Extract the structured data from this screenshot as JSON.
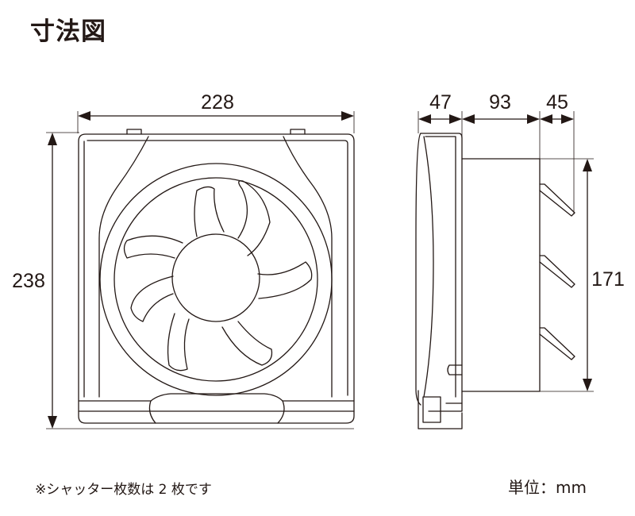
{
  "title": "寸法図",
  "dimensions": {
    "width": "228",
    "height": "238",
    "depth_front": "47",
    "depth_middle": "93",
    "depth_shutter": "45",
    "shutter_height": "171"
  },
  "note": "※シャッター枚数は 2 枚です",
  "unit": "単位：mm",
  "colors": {
    "line": "#231815",
    "background": "#ffffff"
  }
}
